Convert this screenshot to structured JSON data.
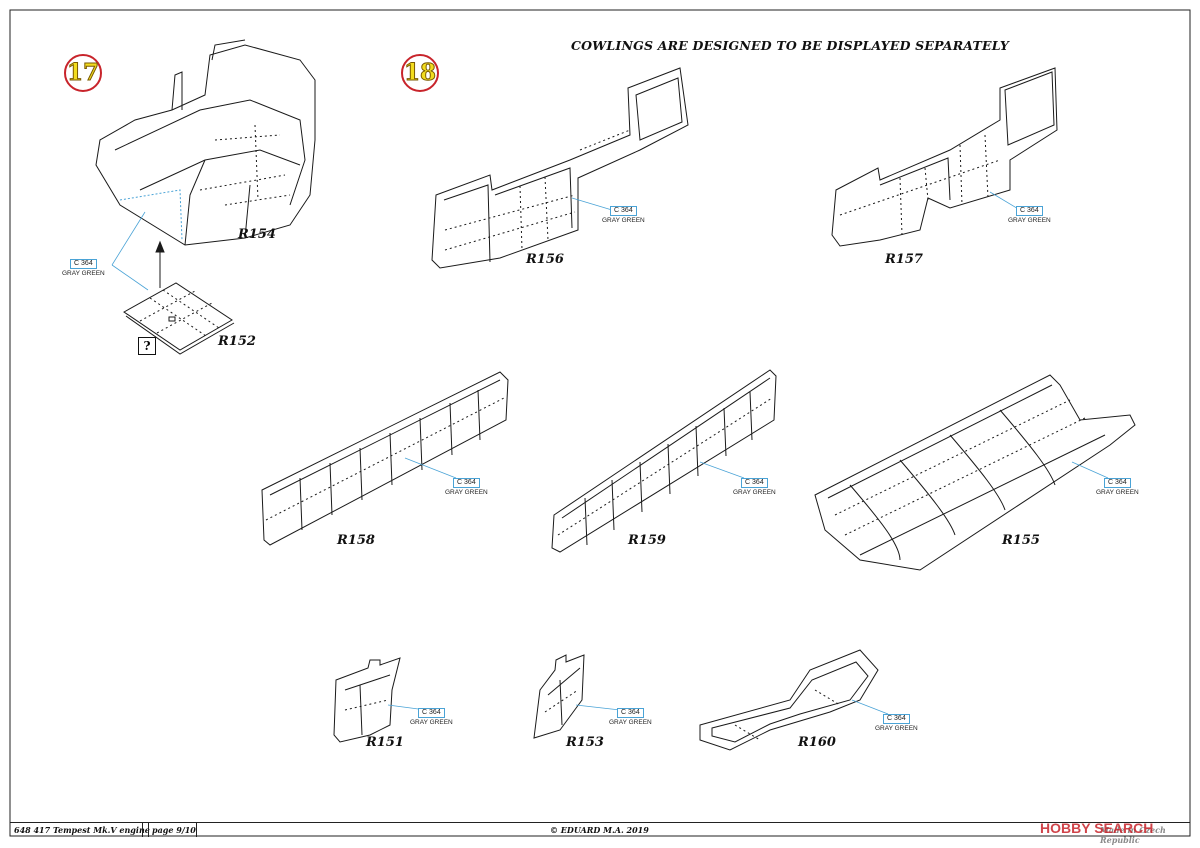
{
  "header": {
    "note": "COWLINGS ARE DESIGNED TO BE DISPLAYED SEPARATELY"
  },
  "steps": [
    {
      "number": "17"
    },
    {
      "number": "18"
    }
  ],
  "parts": {
    "r154": "R154",
    "r152": "R152",
    "r156": "R156",
    "r157": "R157",
    "r158": "R158",
    "r159": "R159",
    "r155": "R155",
    "r151": "R151",
    "r153": "R153",
    "r160": "R160"
  },
  "paint": {
    "code": "C 364",
    "name": "GRAY GREEN"
  },
  "unknown_marker": "?",
  "footer": {
    "product": "648 417  Tempest Mk.V engine",
    "page": "page 9/10",
    "copyright": "© EDUARD  M.A. 2019",
    "origin": "Made in Czech Republic"
  },
  "watermark": {
    "brand": "HOBBY SEARCH"
  },
  "colors": {
    "step_circle": "#c8242b",
    "step_number": "#f2dc1e",
    "leader_line": "#4aa3d6",
    "outline": "#1a1a1a"
  }
}
